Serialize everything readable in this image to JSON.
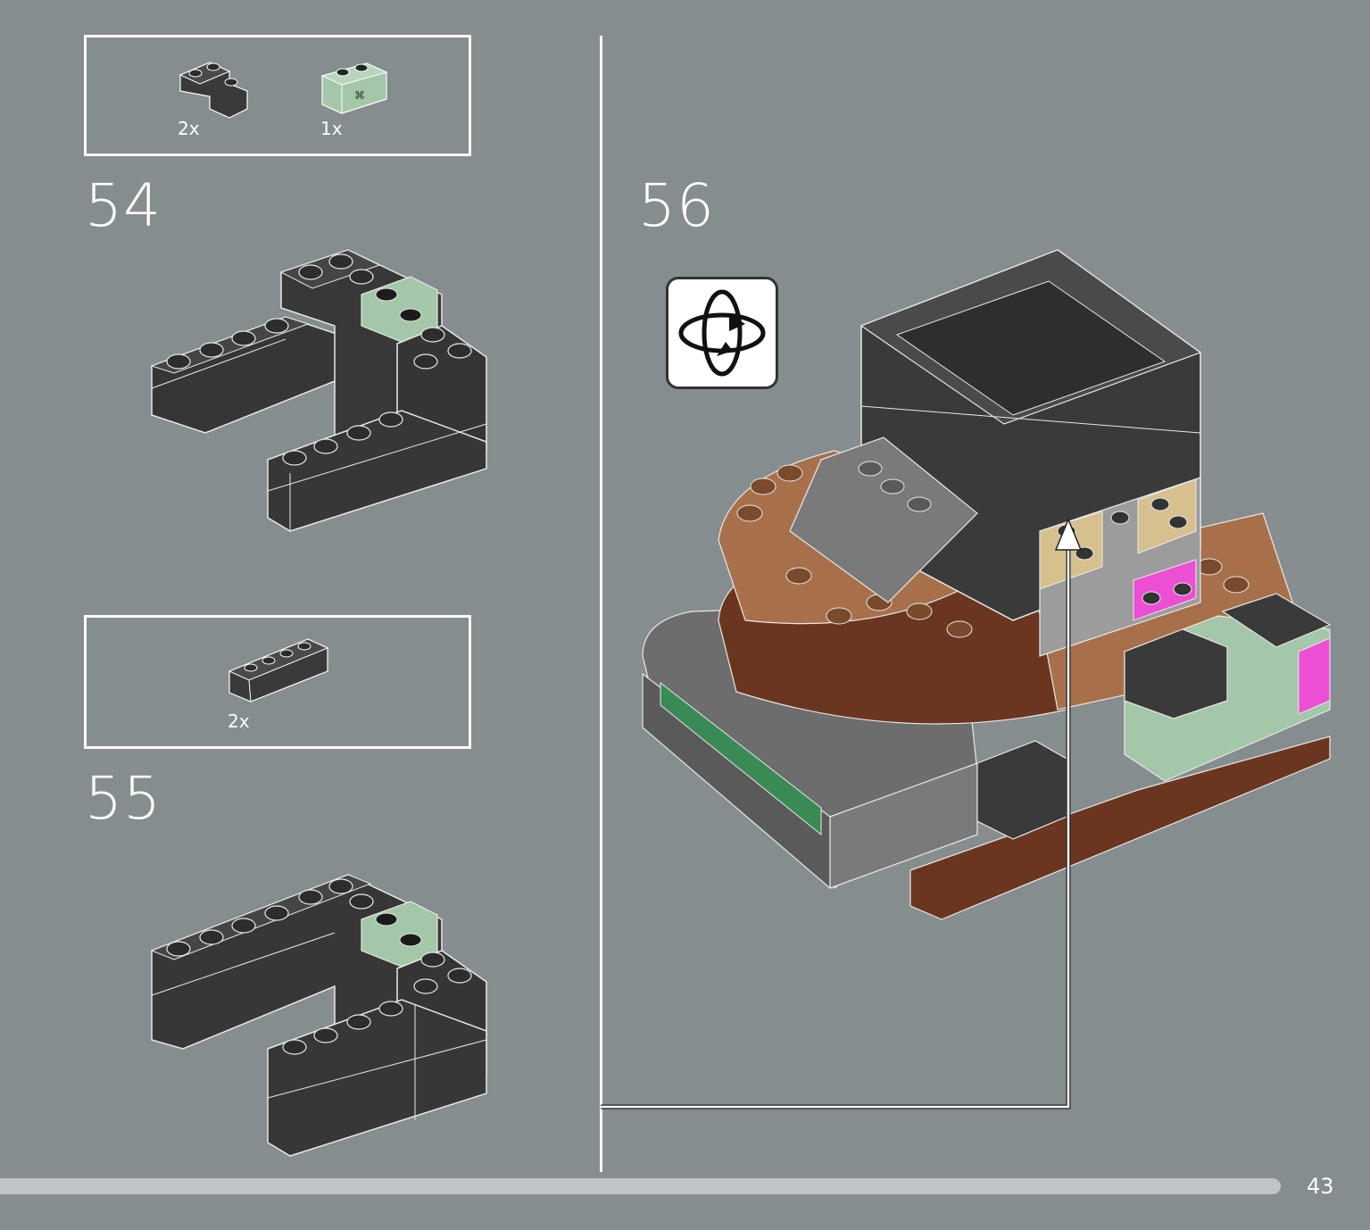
{
  "page": {
    "number": "43",
    "progress": 0.935
  },
  "steps": [
    {
      "number": "54",
      "parts": [
        {
          "qty": "2x",
          "color": "dark-bluish-gray",
          "name": "corner-brick-icon"
        },
        {
          "qty": "1x",
          "color": "sand-green",
          "name": "technic-brick-icon"
        }
      ]
    },
    {
      "number": "55",
      "parts": [
        {
          "qty": "2x",
          "color": "dark-bluish-gray",
          "name": "brick-1x4-icon"
        }
      ]
    },
    {
      "number": "56",
      "callouts": [
        "rotate-model-icon"
      ]
    }
  ],
  "colors": {
    "background": "#868d8f",
    "dark_gray": "#3a3a3a",
    "sand_green": "#a3c7a8",
    "medium_brown": "#a8704a",
    "reddish_brown": "#6b3620",
    "tan": "#d6c08e",
    "magenta": "#ec4fd4",
    "light_gray": "#9c9c9c",
    "progress_bar": "#c0c4c6"
  }
}
